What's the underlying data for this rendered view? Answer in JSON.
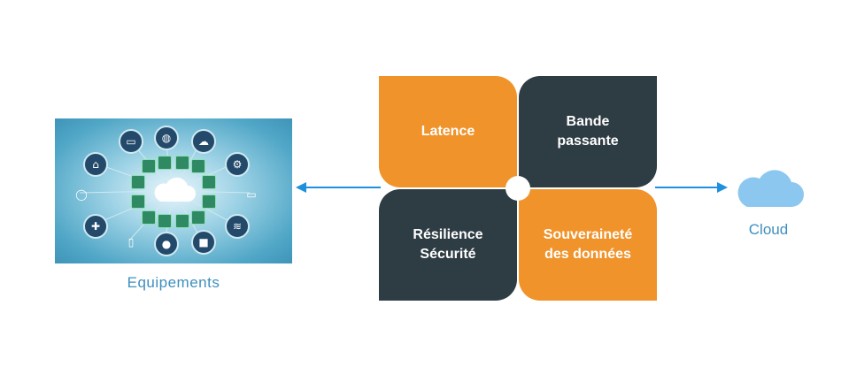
{
  "devices": {
    "label": "Equipements",
    "icons": [
      "monitor-icon",
      "globe-icon",
      "cloud-icon",
      "home-icon",
      "gear-icon",
      "lightbulb-icon",
      "tv-icon",
      "gamepad-icon",
      "phone-icon",
      "user-icon",
      "chip-icon",
      "wifi-icon"
    ]
  },
  "tiles": {
    "latence": "Latence",
    "bande_passante": "Bande\npassante",
    "resilience": "Résilience\nSécurité",
    "souverainete": "Souveraineté\ndes données"
  },
  "cloud": {
    "label": "Cloud"
  },
  "colors": {
    "orange": "#f0932b",
    "dark": "#2e3c43",
    "arrow": "#1e90dd",
    "label": "#3e8fbf",
    "cloud": "#8cc7f0"
  }
}
